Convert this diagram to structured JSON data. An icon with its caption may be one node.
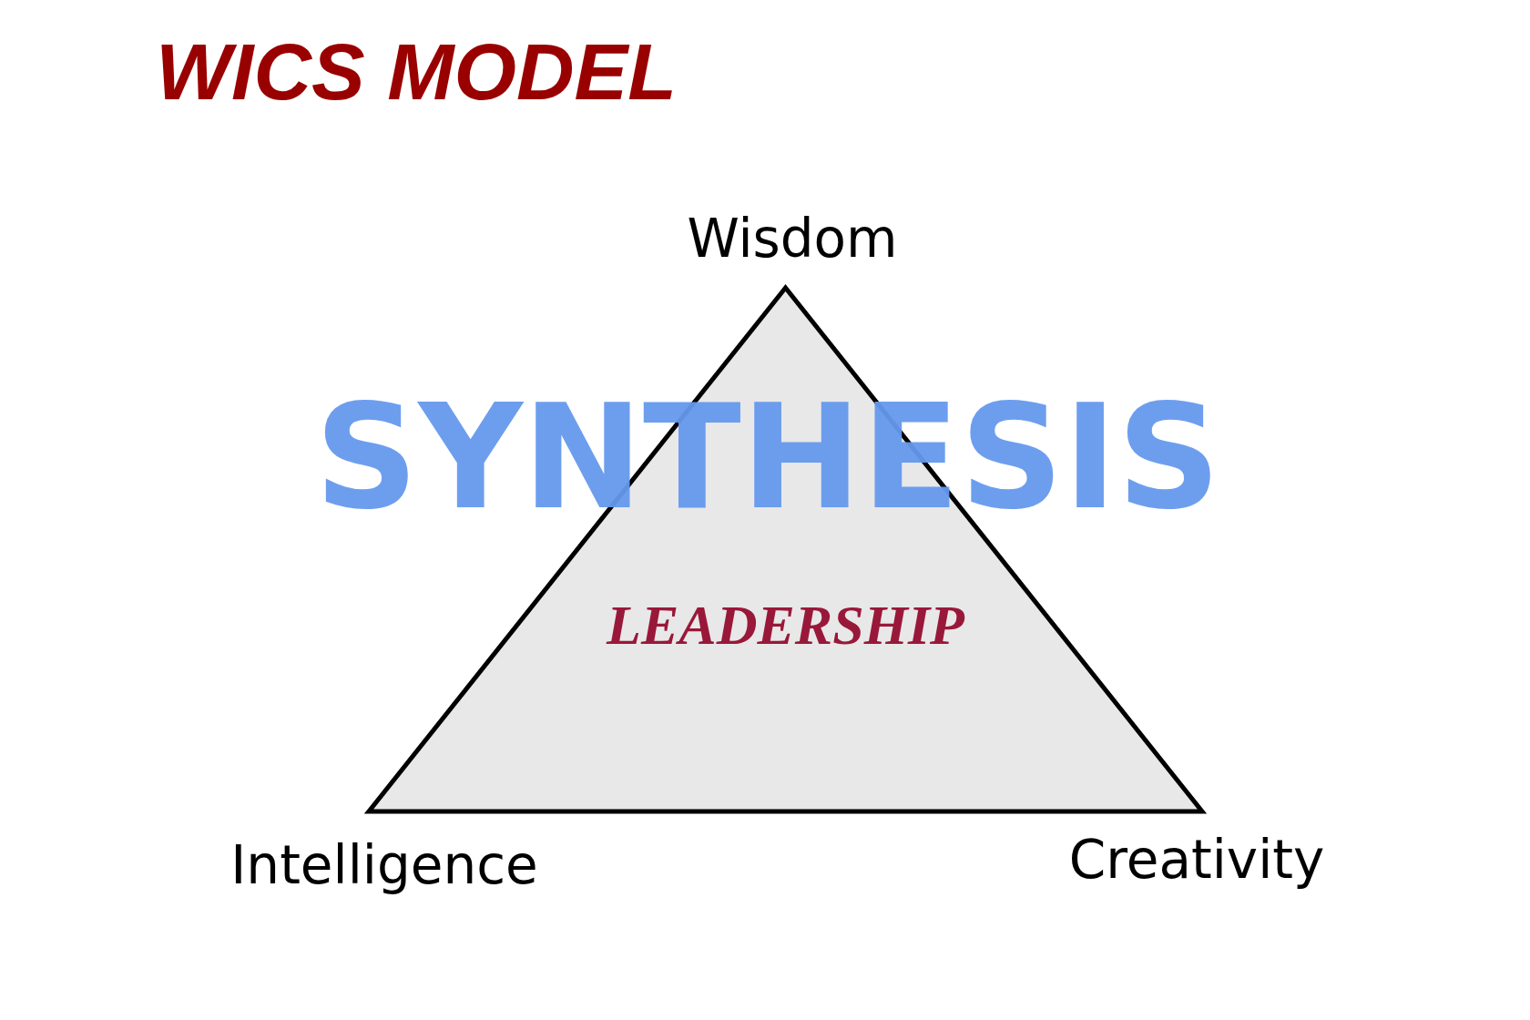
{
  "diagram": {
    "title": "WICS MODEL",
    "nodes": [
      {
        "text": [
          "LEADERSHIP"
        ]
      }
    ],
    "labels": [
      "Wisdom",
      "SYNTHESIS",
      "Intelligence",
      "Creativity"
    ]
  }
}
